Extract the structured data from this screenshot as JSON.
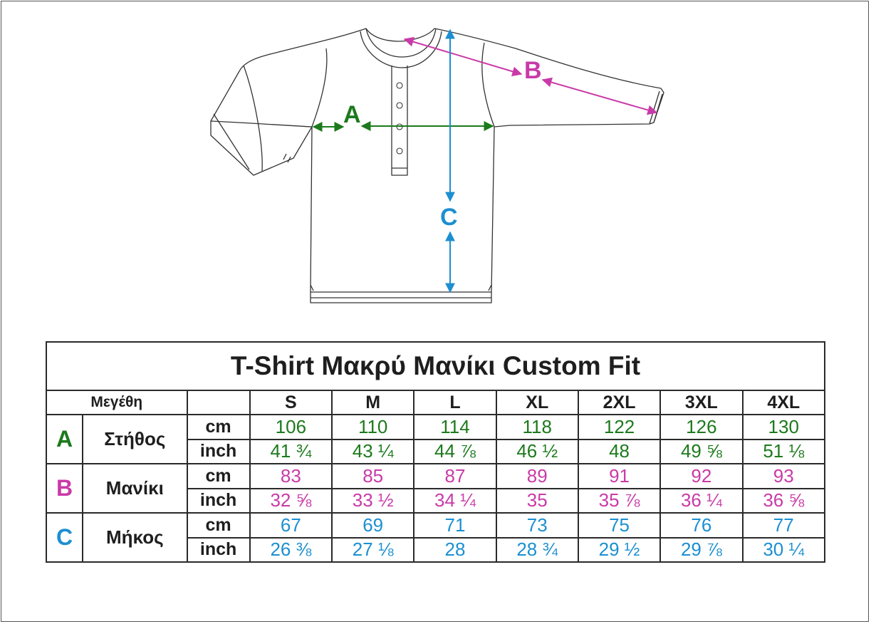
{
  "diagram": {
    "label_a": "A",
    "label_b": "B",
    "label_c": "C",
    "colors": {
      "a": "#1c7a1c",
      "b": "#c93aa8",
      "c": "#1c8fd1",
      "outline": "#333333"
    }
  },
  "table": {
    "title": "T-Shirt Μακρύ Μανίκι Custom Fit",
    "sizes_label": "Μεγέθη",
    "sizes": [
      "S",
      "M",
      "L",
      "XL",
      "2XL",
      "3XL",
      "4XL"
    ],
    "unit_cm": "cm",
    "unit_inch": "inch",
    "rows": [
      {
        "letter": "A",
        "name": "Στήθος",
        "cm": [
          "106",
          "110",
          "114",
          "118",
          "122",
          "126",
          "130"
        ],
        "inch": [
          "41 ¾",
          "43 ¼",
          "44 ⅞",
          "46 ½",
          "48",
          "49 ⅝",
          "51 ⅛"
        ]
      },
      {
        "letter": "B",
        "name": "Μανίκι",
        "cm": [
          "83",
          "85",
          "87",
          "89",
          "91",
          "92",
          "93"
        ],
        "inch": [
          "32 ⅝",
          "33 ½",
          "34 ¼",
          "35",
          "35 ⅞",
          "36 ¼",
          "36 ⅝"
        ]
      },
      {
        "letter": "C",
        "name": "Μήκος",
        "cm": [
          "67",
          "69",
          "71",
          "73",
          "75",
          "76",
          "77"
        ],
        "inch": [
          "26 ⅜",
          "27 ⅛",
          "28",
          "28 ¾",
          "29 ½",
          "29 ⅞",
          "30 ¼"
        ]
      }
    ]
  }
}
